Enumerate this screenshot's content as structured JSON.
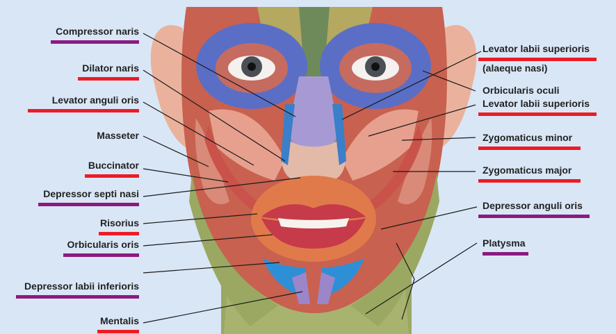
{
  "colors": {
    "background": "#d9e6f6",
    "red_bar": "#ec1c24",
    "purple_bar": "#8b1a80",
    "leader_line": "#1a1a1a",
    "skin": "#eab29c",
    "muscle_red": "#c8614f",
    "orbicularis_blue": "#5b6ec6",
    "nasalis_lavender": "#a79ad4",
    "platysma_green": "#9aa862",
    "lip_orange": "#e07a4b",
    "depressor_blue": "#2f8fd6"
  },
  "labels": {
    "compressor_naris": "Compressor naris",
    "dilator_naris": "Dilator naris",
    "levator_anguli_oris": "Levator anguli oris",
    "masseter": "Masseter",
    "buccinator": "Buccinator",
    "depressor_septi_nasi": "Depressor septi nasi",
    "risorius": "Risorius",
    "orbicularis_oris": "Orbicularis oris",
    "depressor_labii_inferioris": "Depressor labii inferioris",
    "mentalis": "Mentalis",
    "levator_labii_superioris_alaeque": "Levator labii superioris",
    "alaeque_nasi": "(alaeque nasi)",
    "orbicularis_oculi": "Orbicularis oculi",
    "levator_labii_superioris": "Levator labii superioris",
    "zygomaticus_minor": "Zygomaticus minor",
    "zygomaticus_major": "Zygomaticus major",
    "depressor_anguli_oris": "Depressor anguli oris",
    "platysma": "Platysma"
  }
}
